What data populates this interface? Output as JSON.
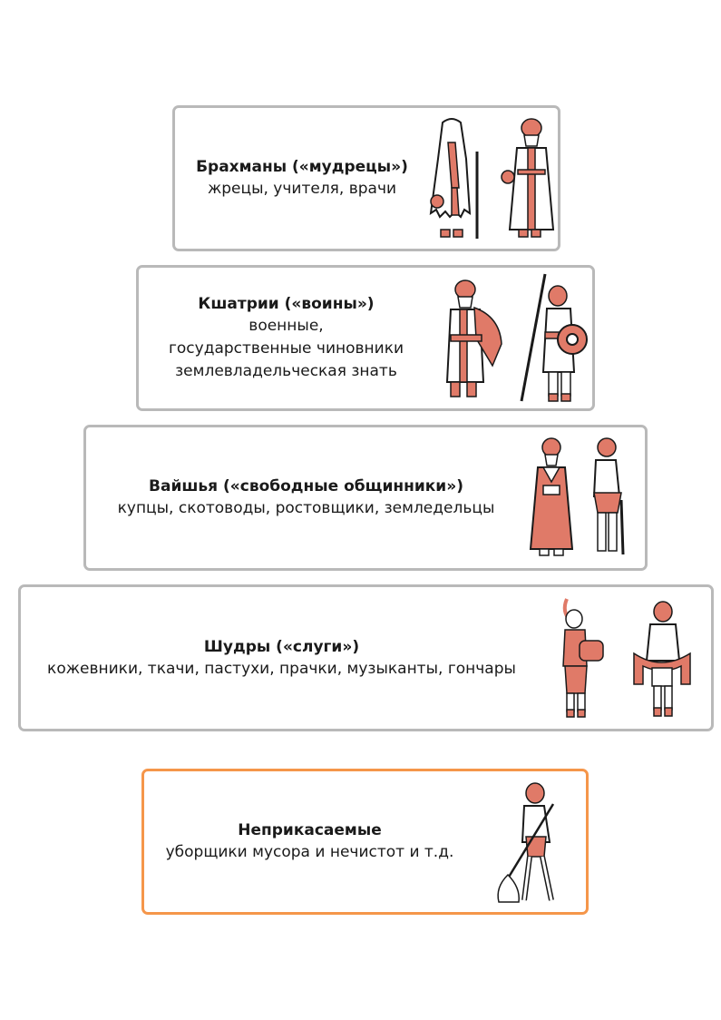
{
  "diagram": {
    "type": "caste-pyramid",
    "colors": {
      "border": "#b9b9b9",
      "highlight_border": "#f5964a",
      "figure_fill": "#e07a68",
      "figure_outline": "#1a1a1a",
      "text": "#1a1a1a"
    },
    "tiers": [
      {
        "title": "Брахманы («мудрецы»)",
        "lines": [
          "жрецы, учителя, врачи"
        ],
        "figures": [
          "hermit-with-staff-icon",
          "priest-with-pouch-icon"
        ]
      },
      {
        "title": "Кшатрии («воины»)",
        "lines": [
          "военные,",
          "государственные чиновники",
          "землевладельческая знать"
        ],
        "figures": [
          "noble-warrior-icon",
          "warrior-with-spear-shield-icon"
        ]
      },
      {
        "title": "Вайшья («свободные общинники»)",
        "lines": [
          "купцы, скотоводы, ростовщики, земледельцы"
        ],
        "figures": [
          "merchant-icon",
          "farmer-with-stick-icon"
        ]
      },
      {
        "title": "Шудры («слуги»)",
        "lines": [
          "кожевники, ткачи, пастухи, прачки, музыканты, гончары"
        ],
        "figures": [
          "drummer-icon",
          "weaver-with-cloth-icon"
        ]
      },
      {
        "title": "Неприкасаемые",
        "lines": [
          "уборщики мусора и нечистот и т.д."
        ],
        "figures": [
          "sweeper-with-broom-icon"
        ]
      }
    ]
  }
}
